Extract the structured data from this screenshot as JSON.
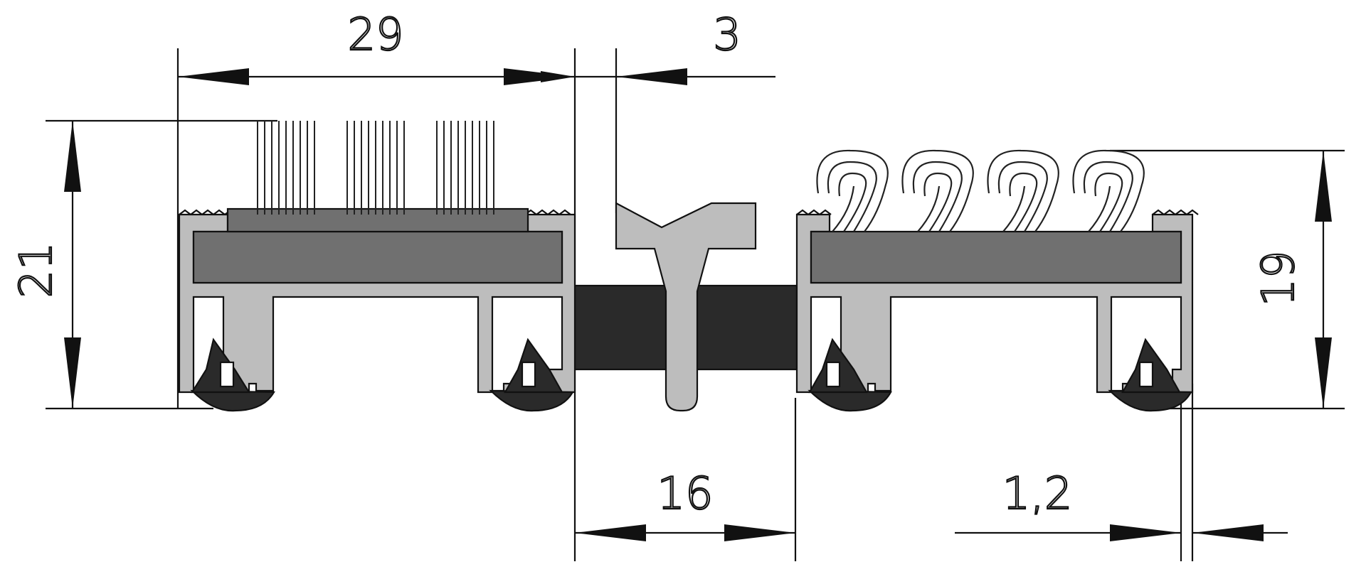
{
  "dimensions": {
    "width_left_profile": "29",
    "gap_small": "3",
    "height_left": "21",
    "height_right": "19",
    "gap_joint": "16",
    "offset_small": "1,2"
  },
  "colors": {
    "aluminium": "#bdbdbd",
    "insert": "#707070",
    "rubber": "#2a2a2a",
    "lines": "#111111"
  }
}
